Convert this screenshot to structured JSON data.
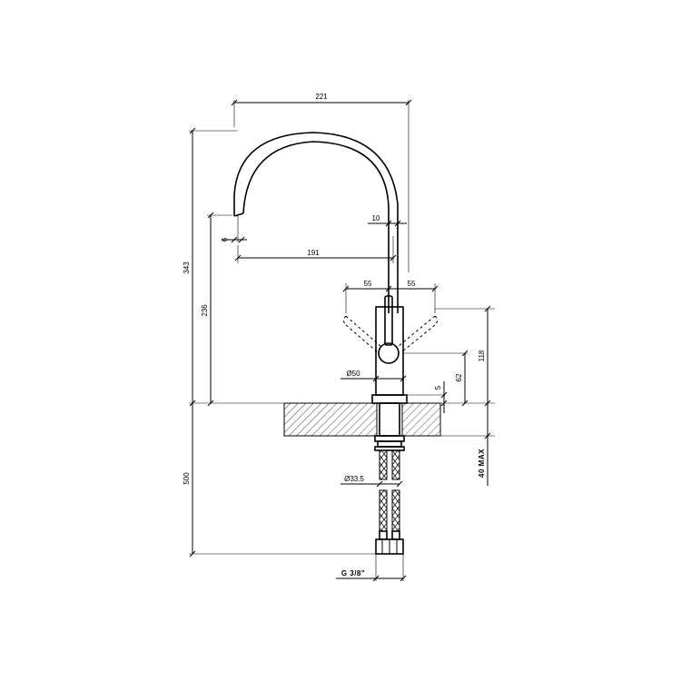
{
  "dimensions": {
    "width_total": "221",
    "height_total": "343",
    "spout_height": "236",
    "spout_reach": "191",
    "spout_tip": "6",
    "spout_offset": "10",
    "handle_left": "55",
    "handle_right": "55",
    "handle_height": "118",
    "body_height": "62",
    "base_gap": "5",
    "body_diameter": "Ø50",
    "shank_diameter": "Ø33.5",
    "hose_length": "500",
    "thread": "G 3/8\"",
    "deck_thickness": "40 MAX"
  },
  "colors": {
    "line": "#000000",
    "background": "#ffffff"
  }
}
